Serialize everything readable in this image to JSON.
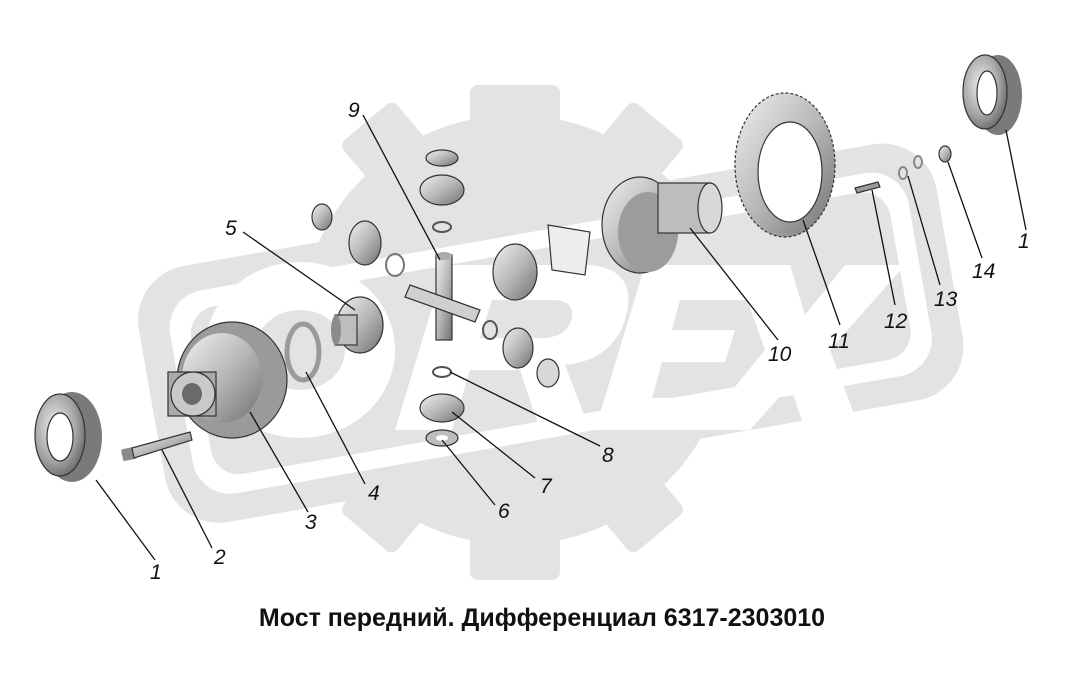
{
  "title": "Мост передний. Дифференциал 6317-2303010",
  "watermark_text": "REX",
  "colors": {
    "watermark_fill": "#e3e3e3",
    "watermark_inner": "#ffffff",
    "part_light": "#d4d4d4",
    "part_mid": "#a8a8a8",
    "part_dark": "#6e6e6e",
    "ink": "#111111"
  },
  "callouts": [
    "1",
    "2",
    "3",
    "4",
    "5",
    "6",
    "7",
    "8",
    "9",
    "10",
    "11",
    "12",
    "13",
    "14",
    "1"
  ]
}
